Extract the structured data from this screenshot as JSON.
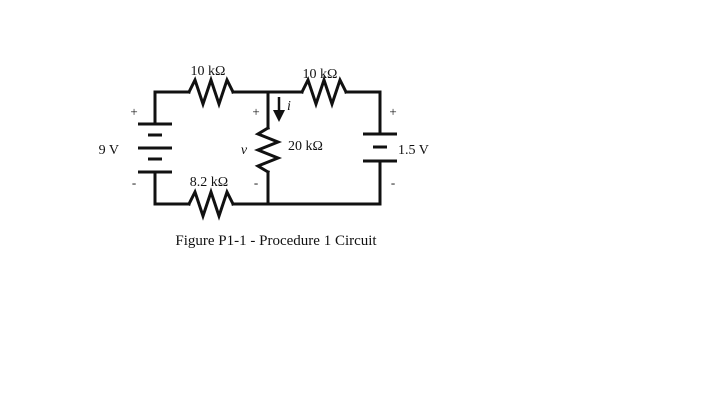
{
  "components": {
    "r_top_left": {
      "label": "10 kΩ"
    },
    "r_top_right": {
      "label": "10 kΩ"
    },
    "r_middle": {
      "label": "20 kΩ"
    },
    "r_bottom": {
      "label": "8.2 kΩ"
    },
    "source_left": {
      "label": "9 V",
      "plus": "+",
      "minus": "-"
    },
    "source_right": {
      "label": "1.5 V",
      "plus": "+",
      "minus": "-"
    },
    "middle_branch": {
      "plus": "+",
      "minus": "-",
      "voltage": "v",
      "current": "i"
    }
  },
  "caption": "Figure P1-1 - Procedure 1 Circuit",
  "colors": {
    "ink": "#111111",
    "background": "#ffffff"
  }
}
